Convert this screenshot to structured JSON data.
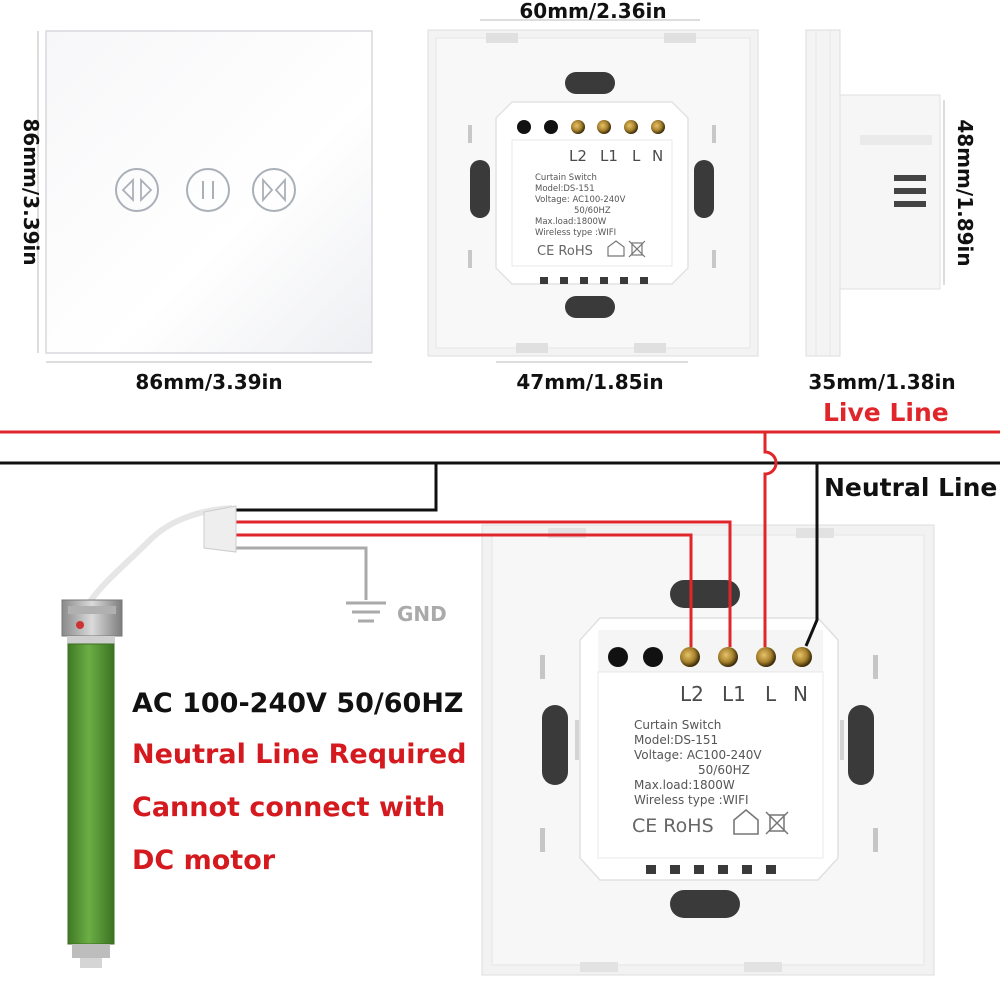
{
  "dimensions": {
    "front_width": "86mm/3.39in",
    "front_height": "86mm/3.39in",
    "back_top_width": "60mm/2.36in",
    "back_bottom_width": "47mm/1.85in",
    "side_depth": "48mm/1.89in",
    "side_width": "35mm/1.38in"
  },
  "module_label": {
    "terminals": [
      "L2",
      "L1",
      "L",
      "N"
    ],
    "lines": [
      "Curtain Switch",
      "Model:DS-151",
      "Voltage: AC100-240V",
      "50/60HZ",
      "Max.load:1800W",
      "Wireless type :WIFI"
    ],
    "certs": "CE RoHS"
  },
  "wiring": {
    "live_line": "Live Line",
    "neutral_line": "Neutral Line",
    "gnd": "GND"
  },
  "notes": {
    "voltage": "AC 100-240V 50/60HZ",
    "neutral_required": "Neutral Line Required",
    "cannot_line1": "Cannot connect with",
    "cannot_line2": "DC motor"
  },
  "colors": {
    "live": "#e0262b",
    "neutral": "#111111",
    "gnd": "#aaaaaa",
    "motor_tube": "#5f9c3a",
    "note_red": "#d4191f"
  }
}
